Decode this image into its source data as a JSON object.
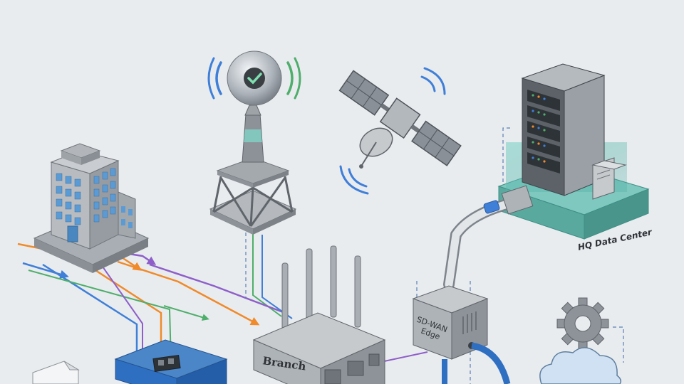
{
  "labels": {
    "branch": "Branch",
    "sdwan_line1": "SD-WAN",
    "sdwan_line2": "Edge",
    "hq": "HQ Data Center"
  },
  "icons": [
    "office-building-icon",
    "cell-tower-icon",
    "satellite-icon",
    "server-rack-icon",
    "router-icon",
    "network-switch-icon",
    "sdwan-edge-appliance-icon",
    "gear-icon",
    "cloud-icon",
    "document-icon"
  ],
  "colors": {
    "background": "#e9ecef",
    "link_blue": "#3f7fd8",
    "link_orange": "#f08a2a",
    "link_green": "#4fae6b",
    "link_purple": "#8e5fc9",
    "server_teal": "#5fb8ae",
    "device_gray": "#9aa0a6",
    "switch_blue": "#2f6fc2"
  }
}
